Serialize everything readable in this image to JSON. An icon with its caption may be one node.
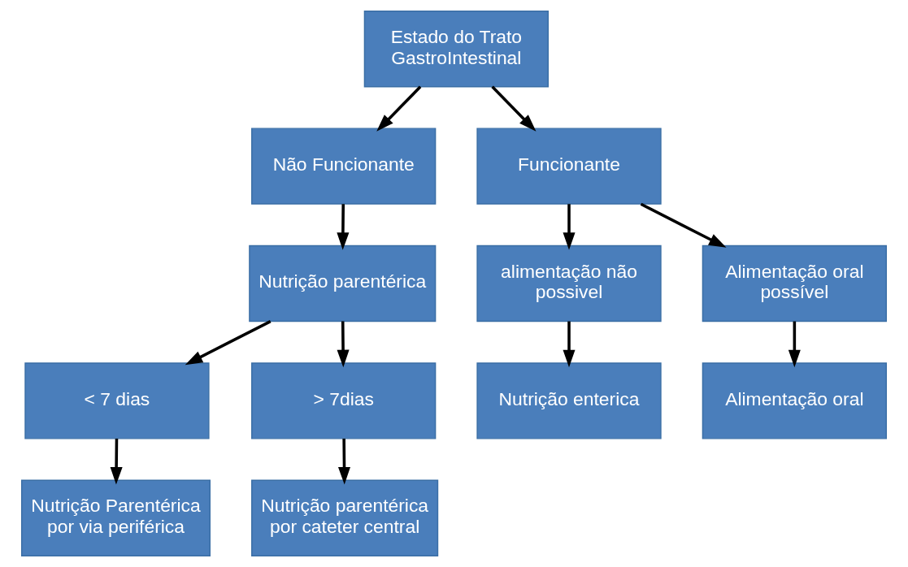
{
  "diagram": {
    "nodes": [
      {
        "text": [
          "Estado do Trato GastroIntestinal"
        ]
      },
      {
        "text": [
          "Não Funcionante"
        ]
      },
      {
        "text": [
          "Funcionante"
        ]
      },
      {
        "text": [
          "Nutrição parentérica"
        ]
      },
      {
        "text": [
          "alimentação não possivel"
        ]
      },
      {
        "text": [
          "Alimentação oral possível"
        ]
      },
      {
        "text": [
          "< 7 dias"
        ]
      },
      {
        "text": [
          "> 7dias"
        ]
      },
      {
        "text": [
          "Nutrição enterica"
        ]
      },
      {
        "text": [
          "Alimentação oral"
        ]
      },
      {
        "text": [
          "Nutrição Parentérica por via periférica"
        ]
      },
      {
        "text": [
          "Nutrição parentérica por cateter central"
        ]
      }
    ],
    "edges": [
      {
        "from": 0,
        "to": 1,
        "arrow": "to"
      },
      {
        "from": 0,
        "to": 2,
        "arrow": "to"
      },
      {
        "from": 1,
        "to": 3,
        "arrow": "to"
      },
      {
        "from": 2,
        "to": 4,
        "arrow": "to"
      },
      {
        "from": 2,
        "to": 5,
        "arrow": "to"
      },
      {
        "from": 3,
        "to": 6,
        "arrow": "to"
      },
      {
        "from": 3,
        "to": 7,
        "arrow": "to"
      },
      {
        "from": 4,
        "to": 8,
        "arrow": "to"
      },
      {
        "from": 5,
        "to": 9,
        "arrow": "to"
      },
      {
        "from": 6,
        "to": 10,
        "arrow": "to"
      },
      {
        "from": 7,
        "to": 11,
        "arrow": "to"
      }
    ]
  }
}
